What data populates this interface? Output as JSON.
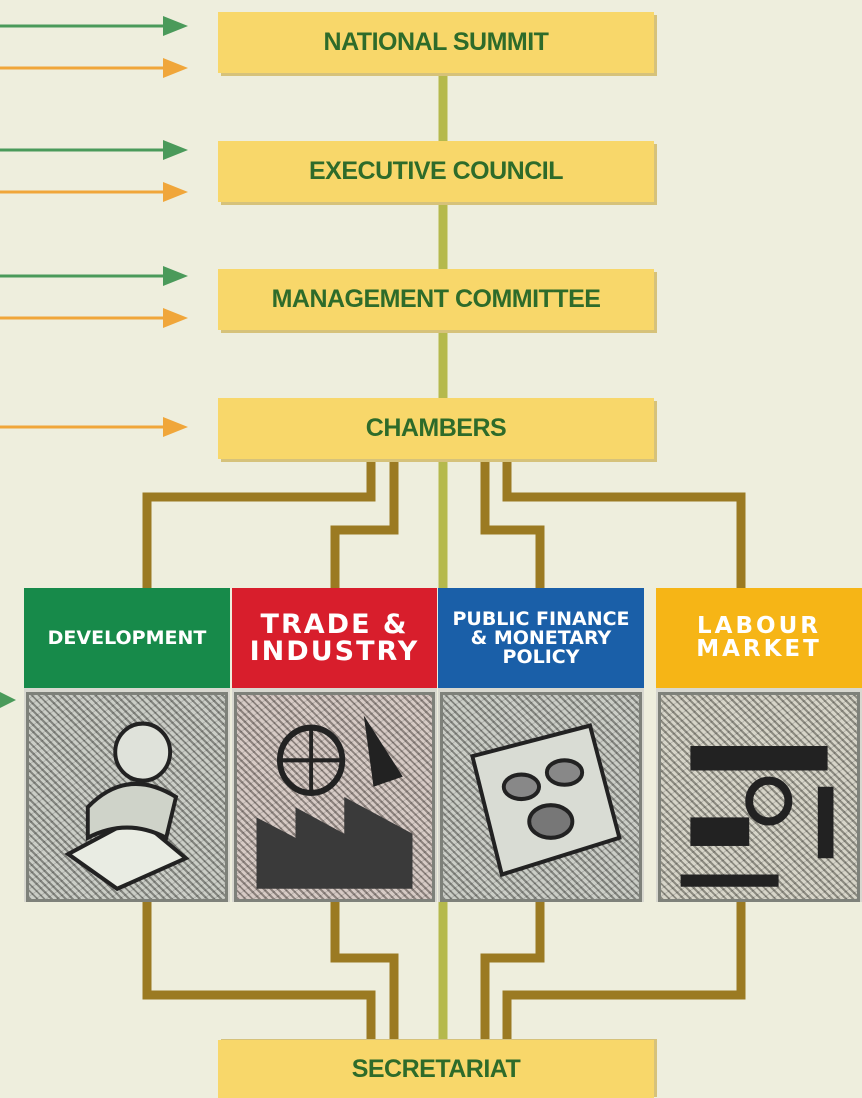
{
  "diagram": {
    "bodies": {
      "national_summit": "NATIONAL SUMMIT",
      "executive_council": "EXECUTIVE COUNCIL",
      "management_committee": "MANAGEMENT COMMITTEE",
      "chambers": "CHAMBERS",
      "secretariat": "SECRETARIAT"
    },
    "chambers": [
      {
        "line1": "DEVELOPMENT",
        "line2": "",
        "line3": "",
        "color": "#178a4a",
        "icon": "reading-person-icon"
      },
      {
        "line1": "TRADE &",
        "line2": "INDUSTRY",
        "line3": "",
        "color": "#d81e2c",
        "icon": "factory-icon"
      },
      {
        "line1": "PUBLIC FINANCE",
        "line2": "& MONETARY",
        "line3": "POLICY",
        "color": "#1a5fa8",
        "icon": "coins-icon"
      },
      {
        "line1": "LABOUR",
        "line2": "MARKET",
        "line3": "",
        "color": "#f6b516",
        "icon": "tools-icon"
      }
    ],
    "colors": {
      "background": "#eeeedd",
      "box": "#f8d76a",
      "box_text": "#2e6b2a",
      "spine": "#b5b94c",
      "connector": "#9b7a22",
      "arrow_green": "#4a9a5a",
      "arrow_orange": "#f0a63a"
    }
  }
}
